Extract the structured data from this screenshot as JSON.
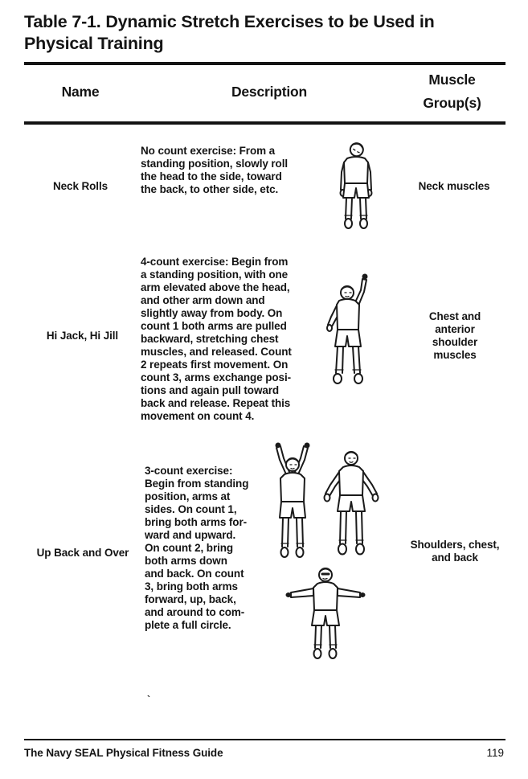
{
  "page": {
    "title": "Table 7-1. Dynamic Stretch Exercises to be Used in\nPhysical Training",
    "stray_mark": "`",
    "footer": {
      "book_title": "The Navy SEAL Physical Fitness Guide",
      "page_number": "119"
    }
  },
  "colors": {
    "ink": "#141414",
    "paper": "#ffffff"
  },
  "table": {
    "headers": {
      "name": "Name",
      "description": "Description",
      "muscle": "Muscle\nGroup(s)"
    },
    "rows": [
      {
        "name": "Neck Rolls",
        "description": "No count exercise: From a\nstanding position, slowly roll\nthe head to the side, toward\nthe back, to other side, etc.",
        "muscle": "Neck muscles",
        "figures": [
          "man-standing-head-rolled-forward"
        ]
      },
      {
        "name": "Hi Jack, Hi Jill",
        "description": "4-count exercise: Begin from\na standing position, with one\narm elevated above the head,\nand other arm down and\nslightly away from body. On\ncount 1 both arms are pulled\nbackward, stretching chest\nmuscles, and released. Count\n2 repeats first movement. On\ncount 3, arms exchange posi-\ntions and again pull toward\nback and release. Repeat this\nmovement on count 4.",
        "muscle": "Chest and\nanterior\nshoulder\nmuscles",
        "figures": [
          "man-one-arm-raised-overhead"
        ]
      },
      {
        "name": "Up Back and Over",
        "description": "3-count exercise:\nBegin from standing\nposition, arms at\nsides. On count 1,\nbring both arms for-\nward and upward.\nOn count 2, bring\nboth arms down\nand back. On count\n3, bring both arms\nforward, up, back,\nand around to com-\nplete a full circle.",
        "muscle": "Shoulders, chest,\nand back",
        "figures": [
          "man-both-arms-overhead",
          "man-arms-down-and-back",
          "man-arms-out-to-sides"
        ]
      }
    ]
  }
}
